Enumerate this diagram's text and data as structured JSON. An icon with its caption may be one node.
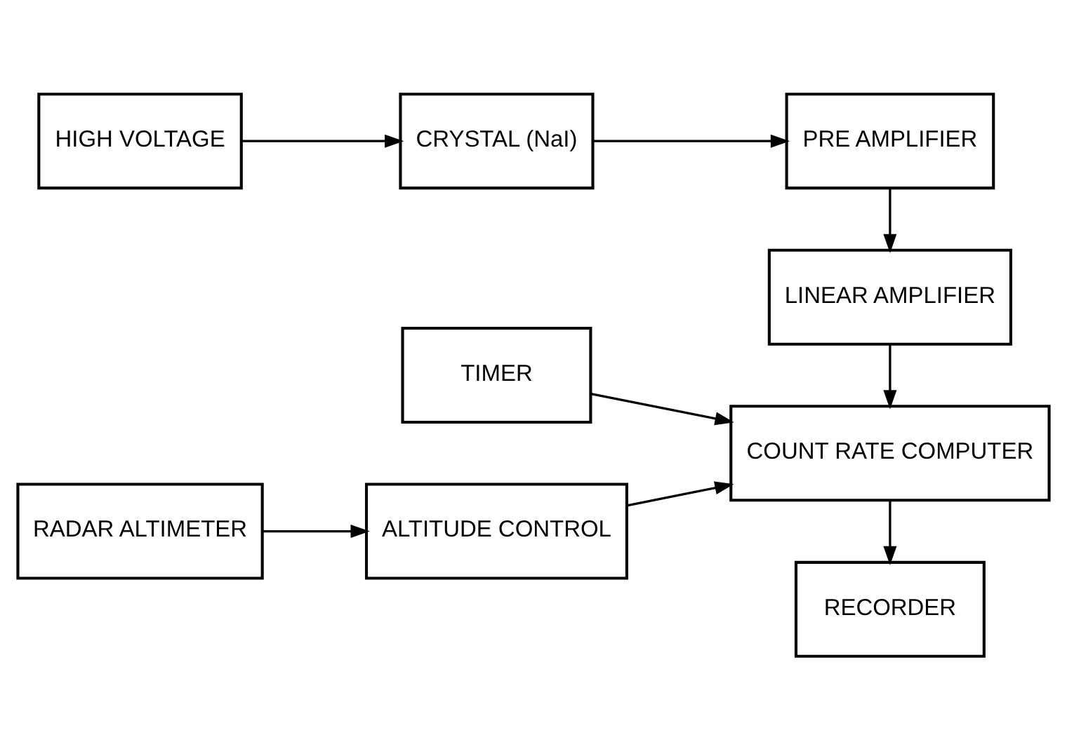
{
  "diagram": {
    "nodes": [
      {
        "text": [
          "HIGH VOLTAGE"
        ]
      },
      {
        "text": [
          "CRYSTAL (NaI)"
        ]
      },
      {
        "text": [
          "PRE AMPLIFIER"
        ]
      },
      {
        "text": [
          "TIMER"
        ]
      },
      {
        "text": [
          "LINEAR AMPLIFIER"
        ]
      },
      {
        "text": [
          "RADAR ALTIMETER"
        ]
      },
      {
        "text": [
          "ALTITUDE CONTROL"
        ]
      },
      {
        "text": [
          "COUNT RATE COMPUTER"
        ]
      },
      {
        "text": [
          "RECORDER"
        ]
      }
    ],
    "edges": [
      {
        "from": 0,
        "to": 1,
        "arrow": "to"
      },
      {
        "from": 1,
        "to": 2,
        "arrow": "to"
      },
      {
        "from": 2,
        "to": 4,
        "arrow": "to"
      },
      {
        "from": 3,
        "to": 7,
        "arrow": "to"
      },
      {
        "from": 4,
        "to": 7,
        "arrow": "to"
      },
      {
        "from": 5,
        "to": 6,
        "arrow": "to"
      },
      {
        "from": 6,
        "to": 7,
        "arrow": "to"
      },
      {
        "from": 7,
        "to": 8,
        "arrow": "to"
      }
    ]
  }
}
